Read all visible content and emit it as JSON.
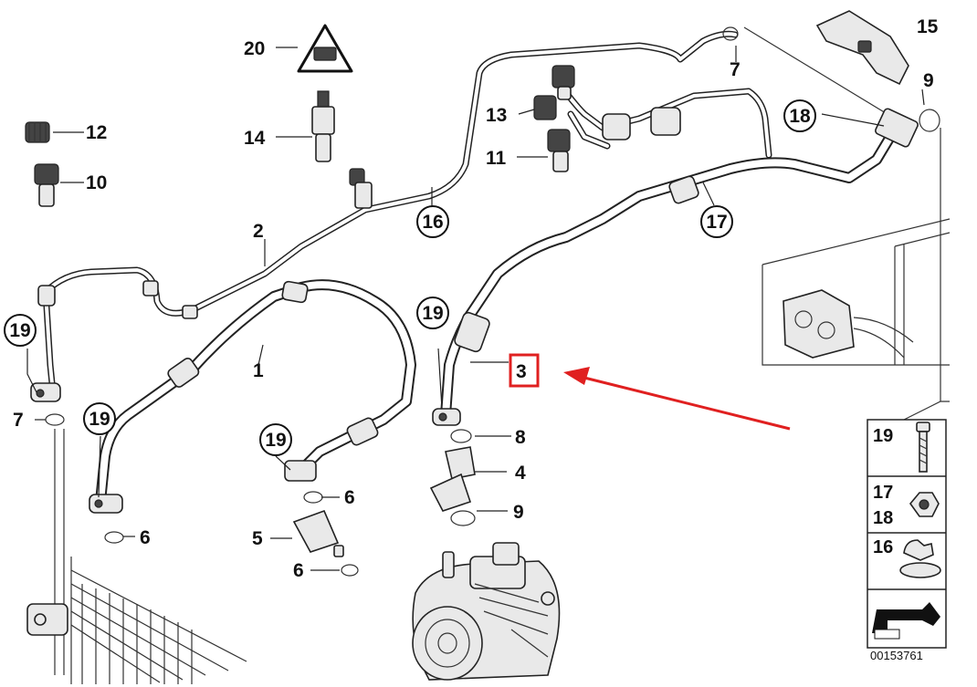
{
  "diagram": {
    "document_id": "00153761",
    "labels": {
      "p1": "1",
      "p2": "2",
      "p3": "3",
      "p4": "4",
      "p5": "5",
      "p6a": "6",
      "p6b": "6",
      "p6c": "6",
      "p7a": "7",
      "p7b": "7",
      "p8": "8",
      "p9a": "9",
      "p9b": "9",
      "p10": "10",
      "p11": "11",
      "p12": "12",
      "p13": "13",
      "p14": "14",
      "p20": "20"
    },
    "circled": {
      "c16": "16",
      "c17": "17",
      "c18": "18",
      "c19a": "19",
      "c19b": "19",
      "c19c": "19",
      "c19d": "19"
    },
    "highlighted_part": "3",
    "legend": {
      "r19": "19",
      "r17": "17",
      "r18": "18",
      "r16": "16"
    },
    "colors": {
      "highlight": "#e02020",
      "arrow": "#e02020",
      "line": "#222222"
    }
  }
}
